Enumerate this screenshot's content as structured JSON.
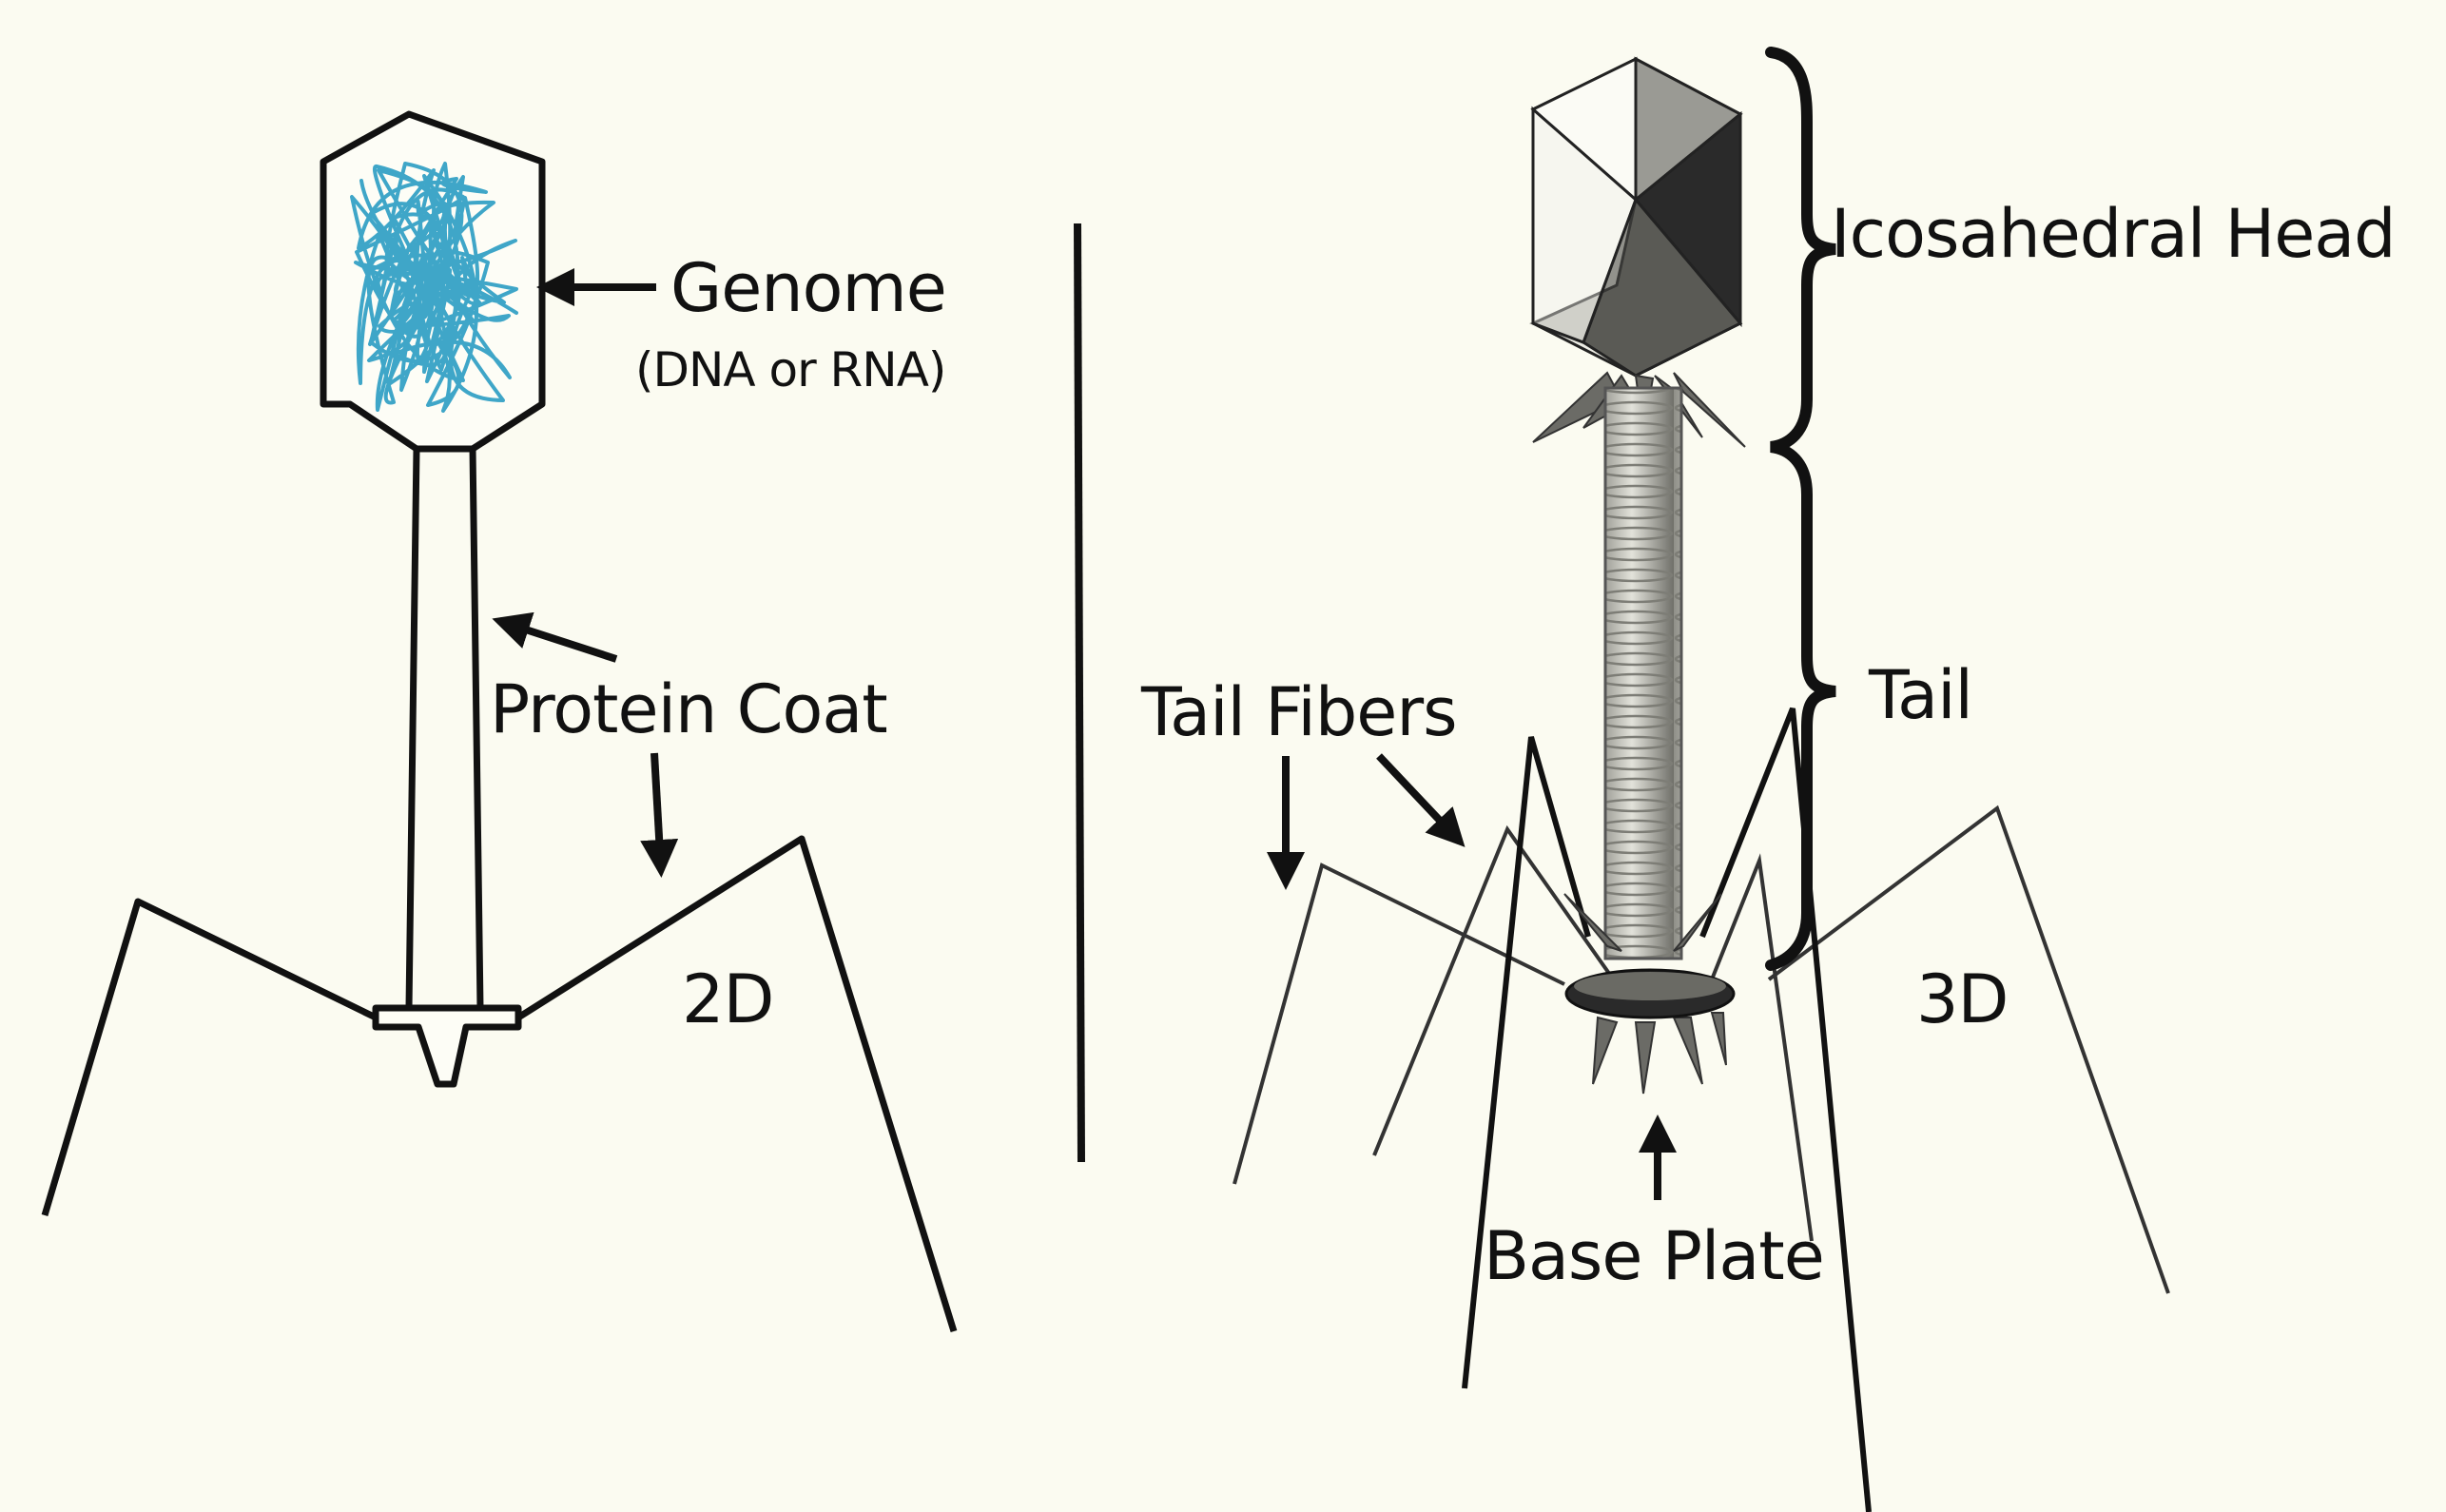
{
  "labels": {
    "genome": "Genome",
    "genome_sub": "(DNA or RNA)",
    "protein_coat": "Protein Coat",
    "view_2d": "2D",
    "view_3d": "3D",
    "icosahedral_head": "Icosahedral Head",
    "tail": "Tail",
    "tail_fibers": "Tail Fibers",
    "base_plate": "Base Plate"
  },
  "colors": {
    "background": "#fbfbf1",
    "outline": "#111111",
    "genome_strand": "#3fa6c8",
    "head_light": "#f2f2ea",
    "head_mid": "#8c8c86",
    "head_dark": "#2c2c2c",
    "tail_sheath": "#bdbdb6"
  }
}
